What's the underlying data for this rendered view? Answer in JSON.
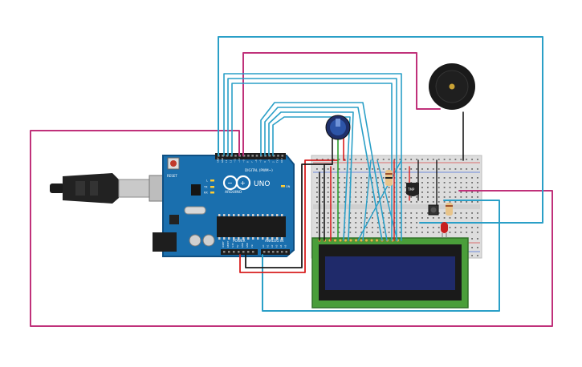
{
  "arduino": {
    "reset_label": "RESET",
    "digital_label": "DIGITAL (PWM~)",
    "digital_pins": [
      "AREF",
      "GND",
      "13",
      "12",
      "~11",
      "~10",
      "~9",
      "8",
      "7",
      "~6",
      "~5",
      "4",
      "~3",
      "2",
      "TX 1",
      "RX 0"
    ],
    "brand_label": "ARDUINO",
    "model_label": "UNO",
    "led_labels": [
      "L",
      "TX",
      "RX"
    ],
    "on_label": "ON",
    "power_label": "POWER",
    "power_pins": [
      "IOREF",
      "RESET",
      "3.3V",
      "5V",
      "GND",
      "GND",
      "Vin"
    ],
    "analog_label": "ANALOG IN",
    "analog_pins": [
      "A0",
      "A1",
      "A2",
      "A3",
      "A4",
      "A5"
    ]
  },
  "sensor": {
    "label": "TMP"
  },
  "colors": {
    "board": "#1a6fae",
    "board_edge": "#0f4f82",
    "wire_cyan": "#2a9fc7",
    "wire_magenta": "#c0317a",
    "wire_red": "#d81e1e",
    "wire_black": "#1a1a1a",
    "wire_green": "#2e9e2e",
    "lcd_body": "#4a9e3a",
    "lcd_screen": "#1f2a6a",
    "breadboard": "#dddddd"
  }
}
